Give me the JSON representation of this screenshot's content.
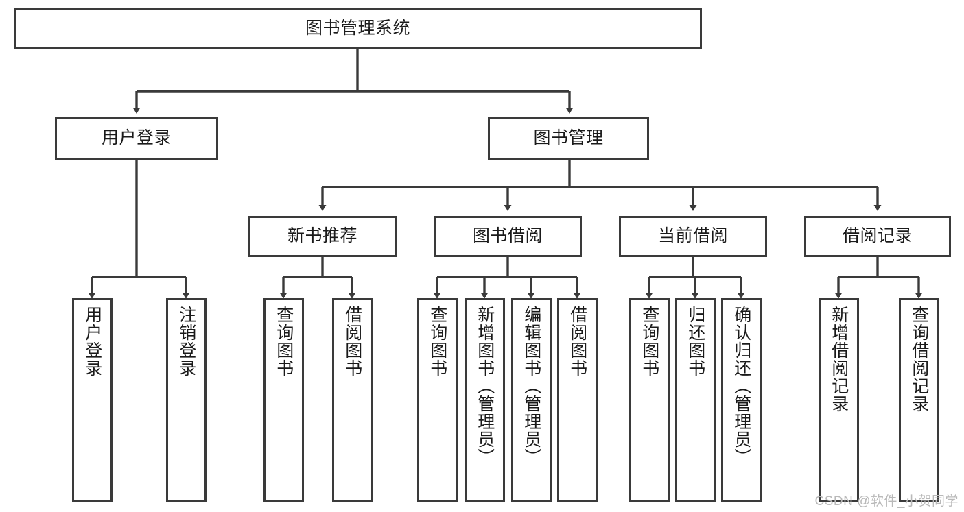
{
  "diagram": {
    "type": "tree-hierarchy-chart",
    "title": "图书管理系统",
    "watermark": "CSDN @软件_小贺同学",
    "colors": {
      "box_border": "#3a3a3a",
      "box_fill": "#ffffff",
      "connector": "#3a3a3a",
      "text": "#1a1a1a",
      "watermark": "#b9b9b9",
      "canvas": "#ffffff"
    },
    "levels": [
      {
        "level": 1,
        "nodes": [
          {
            "id": "root",
            "label": "图书管理系统"
          }
        ]
      },
      {
        "level": 2,
        "nodes": [
          {
            "id": "login",
            "label": "用户登录",
            "parent": "root"
          },
          {
            "id": "bookmgmt",
            "label": "图书管理",
            "parent": "root"
          }
        ]
      },
      {
        "level": 3,
        "nodes": [
          {
            "id": "newbook",
            "label": "新书推荐",
            "parent": "bookmgmt"
          },
          {
            "id": "borrow",
            "label": "图书借阅",
            "parent": "bookmgmt"
          },
          {
            "id": "current",
            "label": "当前借阅",
            "parent": "bookmgmt"
          },
          {
            "id": "records",
            "label": "借阅记录",
            "parent": "bookmgmt"
          }
        ]
      },
      {
        "level": 4,
        "nodes": [
          {
            "id": "leaf-1",
            "label": "用户登录",
            "parent": "login"
          },
          {
            "id": "leaf-2",
            "label": "注销登录",
            "parent": "login"
          },
          {
            "id": "leaf-3",
            "label": "查询图书",
            "parent": "newbook"
          },
          {
            "id": "leaf-4",
            "label": "借阅图书",
            "parent": "newbook"
          },
          {
            "id": "leaf-5",
            "label": "查询图书",
            "parent": "borrow"
          },
          {
            "id": "leaf-6",
            "label": "新增图书（管理员）",
            "parent": "borrow"
          },
          {
            "id": "leaf-7",
            "label": "编辑图书（管理员）",
            "parent": "borrow"
          },
          {
            "id": "leaf-8",
            "label": "借阅图书",
            "parent": "borrow"
          },
          {
            "id": "leaf-9",
            "label": "查询图书",
            "parent": "current"
          },
          {
            "id": "leaf-10",
            "label": "归还图书",
            "parent": "current"
          },
          {
            "id": "leaf-11",
            "label": "确认归还（管理员）",
            "parent": "current"
          },
          {
            "id": "leaf-12",
            "label": "新增借阅记录",
            "parent": "records"
          },
          {
            "id": "leaf-13",
            "label": "查询借阅记录",
            "parent": "records"
          }
        ]
      }
    ]
  }
}
